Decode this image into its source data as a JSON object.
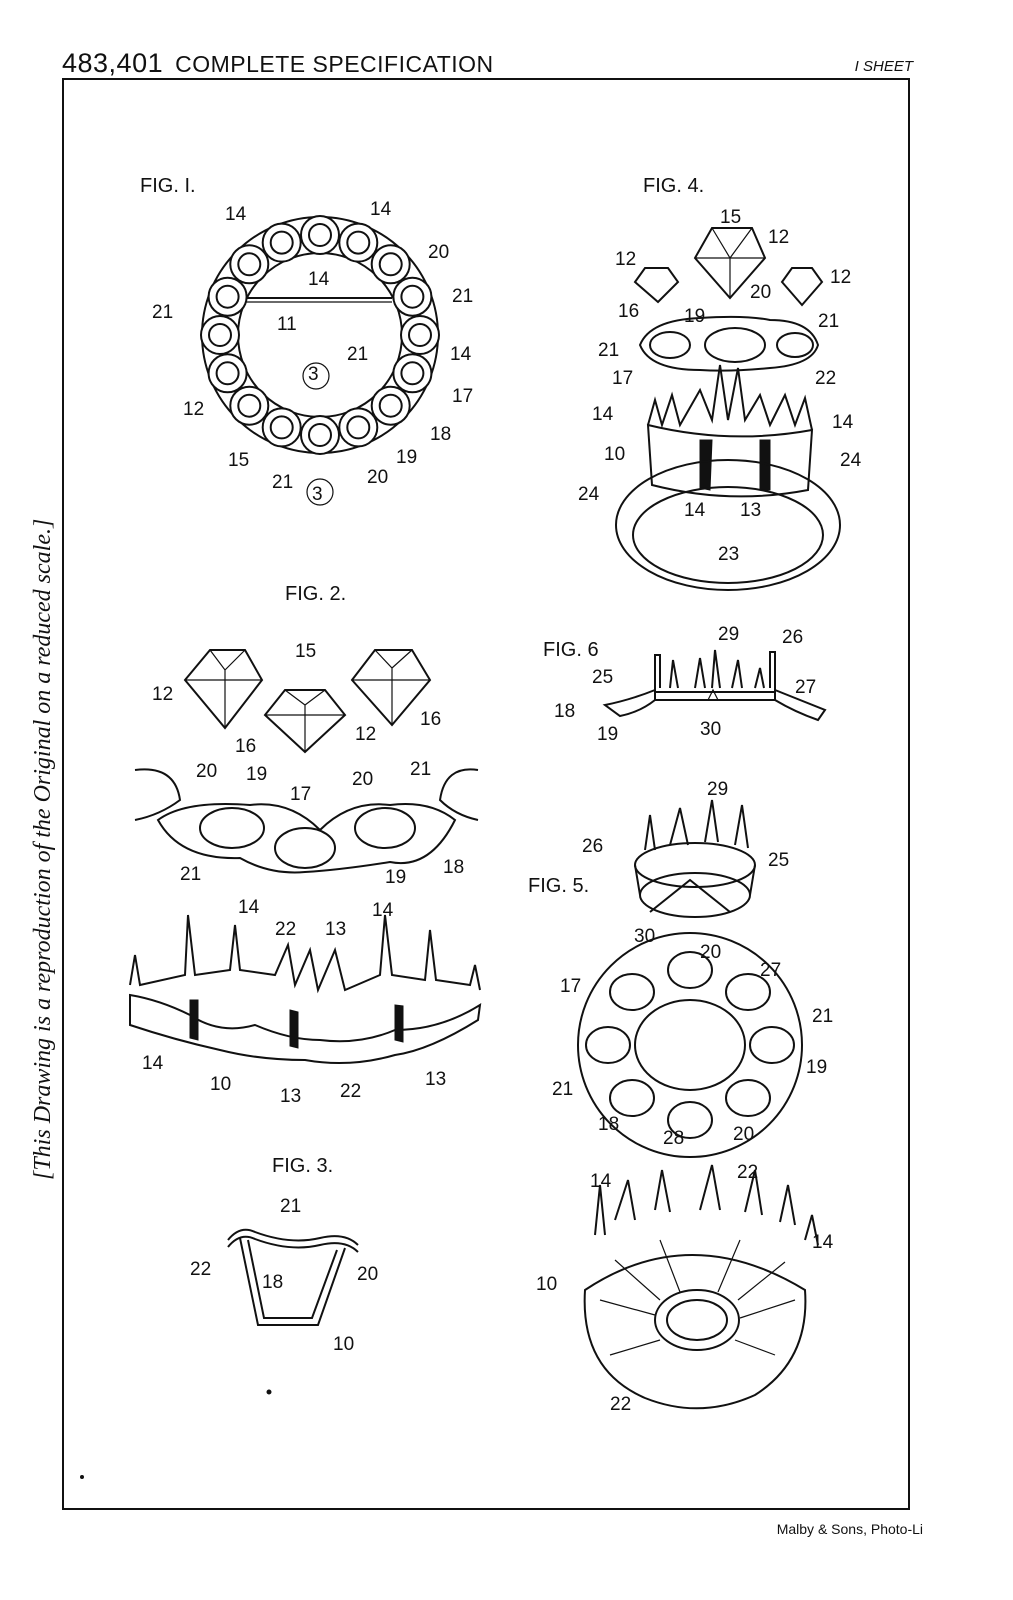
{
  "header": {
    "number": "483,401",
    "title": "COMPLETE SPECIFICATION",
    "sheet": "I SHEET"
  },
  "side_note": "[This Drawing is a reproduction of the Original on a reduced scale.]",
  "footer": "Malby & Sons, Photo-Li",
  "figures": {
    "fig1": {
      "label": "FIG. I.",
      "refs": [
        "14",
        "14",
        "14",
        "20",
        "21",
        "21",
        "11",
        "21",
        "14",
        "3",
        "17",
        "12",
        "18",
        "15",
        "19",
        "21",
        "20",
        "3"
      ]
    },
    "fig2": {
      "label": "FIG. 2.",
      "refs": [
        "15",
        "12",
        "16",
        "16",
        "12",
        "20",
        "19",
        "17",
        "20",
        "21",
        "21",
        "19",
        "18",
        "14",
        "22",
        "13",
        "14",
        "14",
        "10",
        "13",
        "22",
        "13"
      ]
    },
    "fig3": {
      "label": "FIG. 3.",
      "refs": [
        "21",
        "22",
        "18",
        "20",
        "10"
      ]
    },
    "fig4": {
      "label": "FIG. 4.",
      "refs": [
        "15",
        "12",
        "12",
        "12",
        "16",
        "19",
        "20",
        "21",
        "21",
        "17",
        "22",
        "14",
        "14",
        "10",
        "24",
        "24",
        "14",
        "13",
        "23"
      ]
    },
    "fig5": {
      "label": "FIG. 5.",
      "refs": [
        "29",
        "26",
        "25",
        "30",
        "20",
        "27",
        "17",
        "21",
        "19",
        "21",
        "18",
        "28",
        "20",
        "14",
        "22",
        "14",
        "10",
        "22"
      ]
    },
    "fig6": {
      "label": "FIG. 6",
      "refs": [
        "29",
        "26",
        "25",
        "27",
        "18",
        "19",
        "30"
      ]
    }
  }
}
